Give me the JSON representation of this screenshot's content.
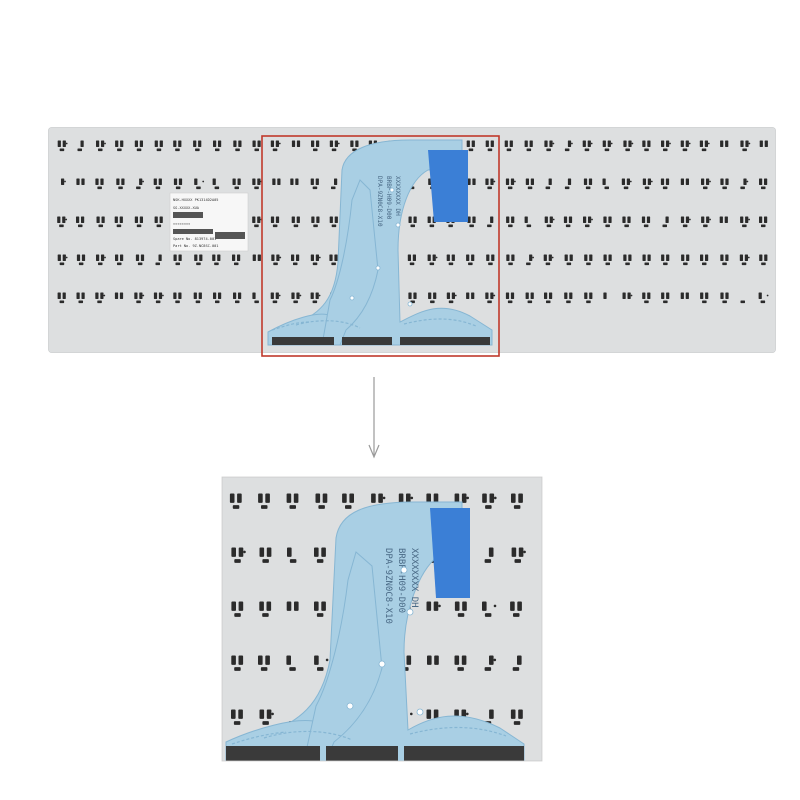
{
  "photo": {
    "subject": "laptop-keyboard-underside",
    "colors": {
      "background": "#ffffff",
      "plate": "#dddfe0",
      "plate_edge": "#c9cbcc",
      "hole": "#2b2b2b",
      "flex_cable": "#a9cfe4",
      "flex_cable_edge": "#86b6d3",
      "flex_tab": "#3b7fd6",
      "connector_strip": "#3a3a3a",
      "highlight_box": "#c0392b",
      "arrow": "#999999"
    },
    "label_sticker": {
      "lines": [
        "NSK-HXXXX PK1314D2A05",
        "SG-XXXXX-XUA",
        "««««««««",
        "Spare No. 813974-001",
        "Part No. 9Z.NC8SC.001"
      ]
    },
    "flex_cable_print": {
      "lines": [
        "DPA-9ZN0C8-X10",
        "BRBP-H09-D00",
        "XXXXXXXX DH"
      ]
    }
  }
}
